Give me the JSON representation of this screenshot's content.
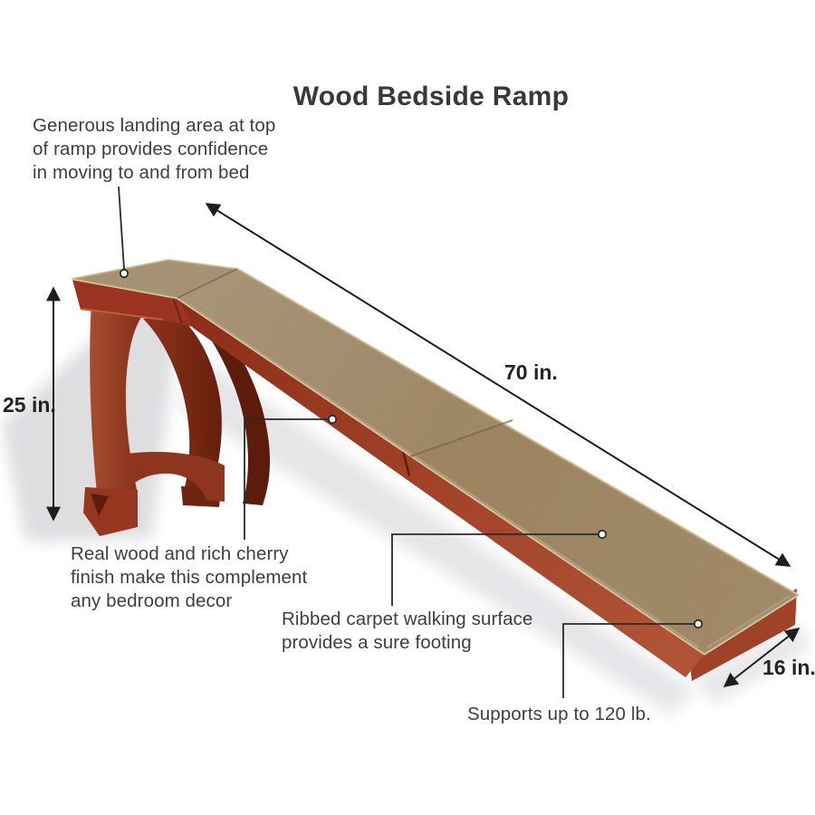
{
  "title": "Wood Bedside Ramp",
  "annotations": {
    "landing": {
      "lines": [
        "Generous landing area at top",
        "of ramp provides confidence",
        "in moving to and from bed"
      ]
    },
    "material": {
      "lines": [
        "Real wood and rich cherry",
        "finish make this complement",
        "any bedroom decor"
      ]
    },
    "surface": {
      "lines": [
        "Ribbed carpet walking surface",
        "provides a sure footing"
      ]
    },
    "capacity": {
      "lines": [
        "Supports up to 120 lb."
      ]
    }
  },
  "dimensions": {
    "length": "70 in.",
    "height": "25 in.",
    "width": "16 in."
  },
  "colors": {
    "cherry_wood": "#9a3420",
    "cherry_light": "#b25538",
    "cherry_dark": "#5d1b0c",
    "carpet": "#c9aa7d",
    "carpet_binding": "#dec99e",
    "text": "#3f3f3f",
    "line": "#1e1e1e",
    "shadow": "#d9d9dd"
  }
}
